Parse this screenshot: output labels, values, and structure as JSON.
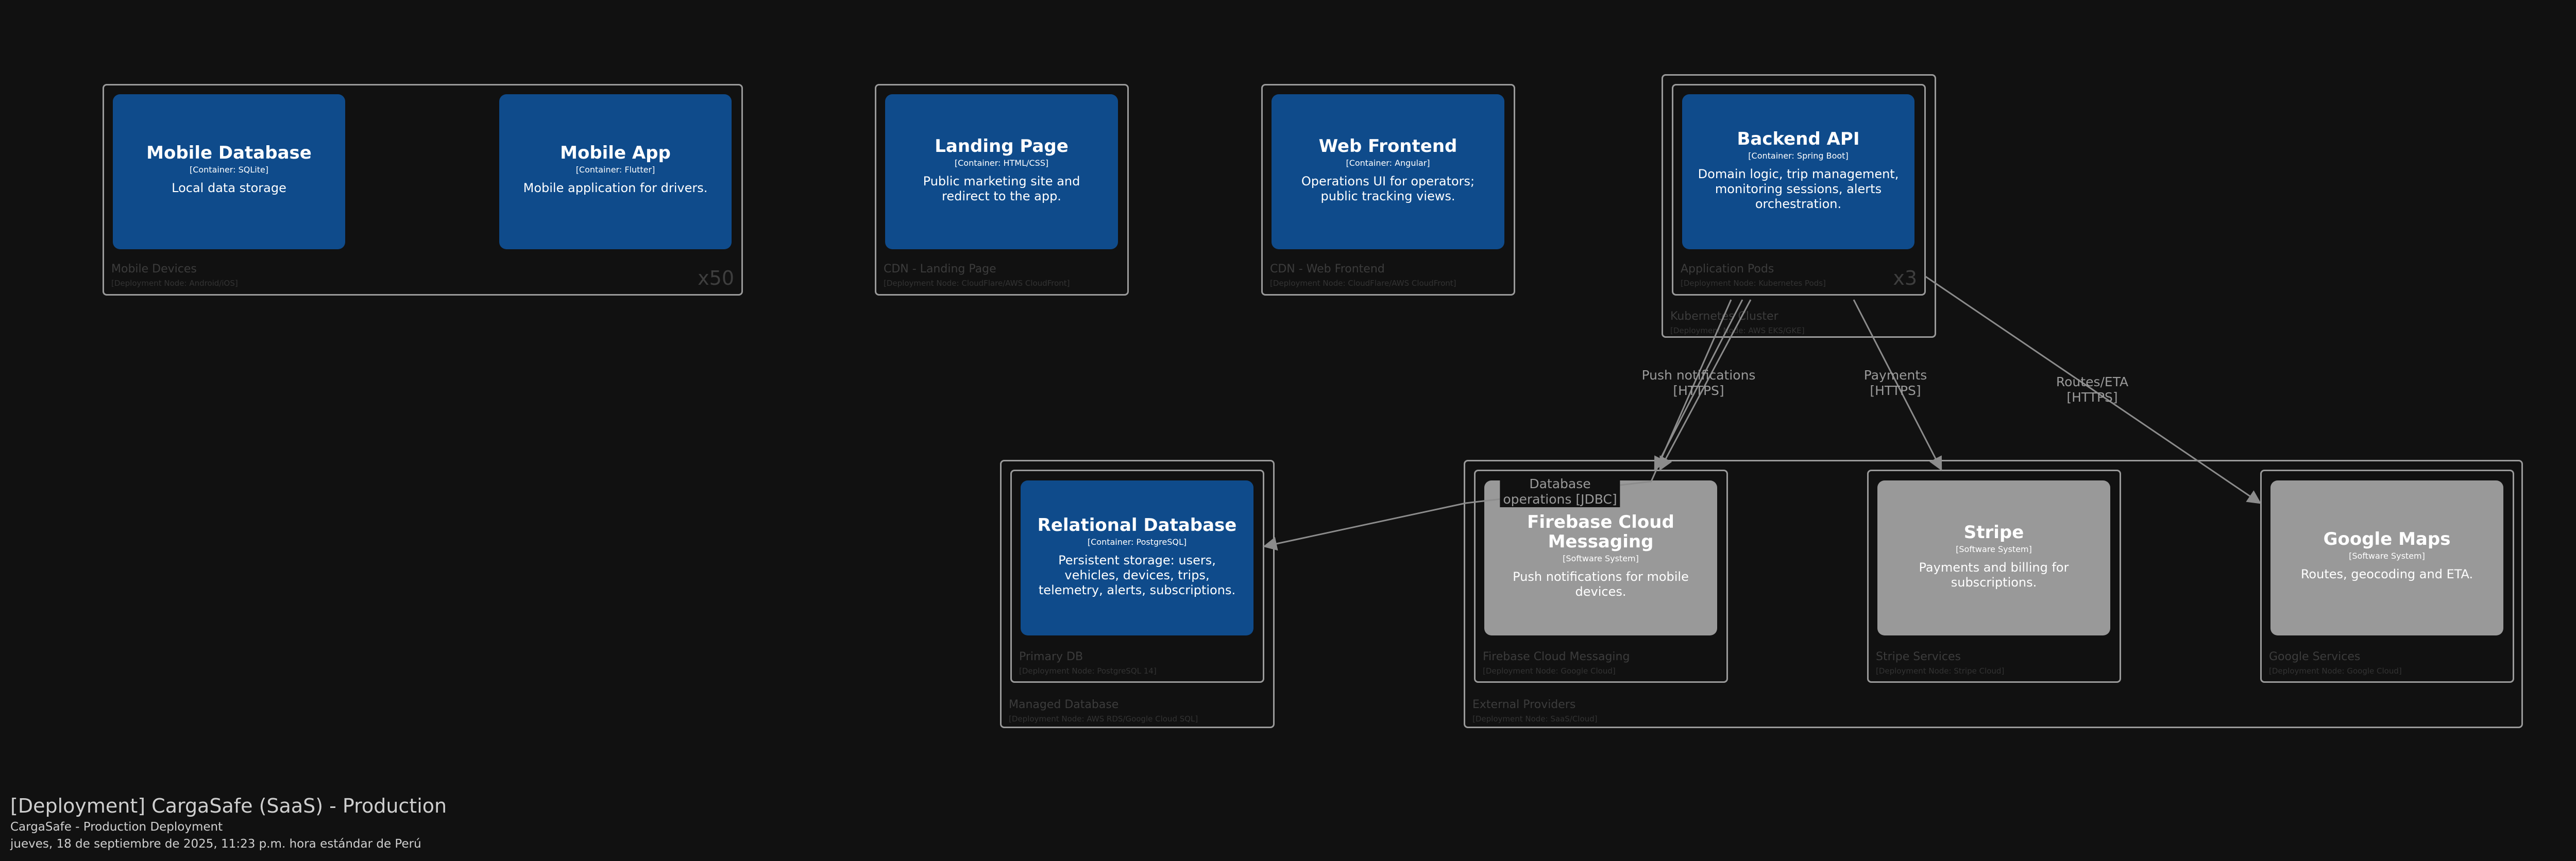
{
  "colors": {
    "background": "#111111",
    "container": "#0f4b8b",
    "external_system": "#999999",
    "border": "#9a9a9a",
    "edge": "#8c8c8c"
  },
  "nodes": {
    "mobile_devices": {
      "label": "Mobile Devices",
      "tech": "[Deployment Node: Android/iOS]",
      "instances": "x50"
    },
    "cdn_landing": {
      "label": "CDN - Landing Page",
      "tech": "[Deployment Node: CloudFlare/AWS CloudFront]"
    },
    "cdn_web": {
      "label": "CDN - Web Frontend",
      "tech": "[Deployment Node: CloudFlare/AWS CloudFront]"
    },
    "k8s": {
      "label": "Kubernetes Cluster",
      "tech": "[Deployment Node: AWS EKS/GKE]"
    },
    "app_pods": {
      "label": "Application Pods",
      "tech": "[Deployment Node: Kubernetes Pods]",
      "instances": "x3"
    },
    "managed_db": {
      "label": "Managed Database",
      "tech": "[Deployment Node: AWS RDS/Google Cloud SQL]"
    },
    "primary_db": {
      "label": "Primary DB",
      "tech": "[Deployment Node: PostgreSQL 14]"
    },
    "external": {
      "label": "External Providers",
      "tech": "[Deployment Node: SaaS/Cloud]"
    },
    "firebase_node": {
      "label": "Firebase Cloud Messaging",
      "tech": "[Deployment Node: Google Cloud]"
    },
    "stripe_node": {
      "label": "Stripe Services",
      "tech": "[Deployment Node: Stripe Cloud]"
    },
    "google_node": {
      "label": "Google Services",
      "tech": "[Deployment Node: Google Cloud]"
    }
  },
  "boxes": {
    "mobile_db": {
      "name": "Mobile Database",
      "type": "[Container: SQLite]",
      "desc": "Local data storage"
    },
    "mobile_app": {
      "name": "Mobile App",
      "type": "[Container: Flutter]",
      "desc": "Mobile application for drivers."
    },
    "landing": {
      "name": "Landing Page",
      "type": "[Container: HTML/CSS]",
      "desc": "Public marketing site and redirect to the app."
    },
    "web_frontend": {
      "name": "Web Frontend",
      "type": "[Container: Angular]",
      "desc": "Operations UI for operators; public tracking views."
    },
    "backend": {
      "name": "Backend API",
      "type": "[Container: Spring Boot]",
      "desc": "Domain logic, trip management, monitoring sessions, alerts orchestration."
    },
    "rel_db": {
      "name": "Relational Database",
      "type": "[Container: PostgreSQL]",
      "desc": "Persistent storage: users, vehicles, devices, trips, telemetry, alerts, subscriptions."
    },
    "firebase": {
      "name": "Firebase Cloud Messaging",
      "type": "[Software System]",
      "desc": "Push notifications for mobile devices."
    },
    "stripe": {
      "name": "Stripe",
      "type": "[Software System]",
      "desc": "Payments and billing for subscriptions."
    },
    "gmaps": {
      "name": "Google Maps",
      "type": "[Software System]",
      "desc": "Routes, geocoding and ETA."
    }
  },
  "edges": {
    "push": {
      "line1": "Push notifications",
      "line2": "[HTTPS]"
    },
    "payments": {
      "line1": "Payments",
      "line2": "[HTTPS]"
    },
    "routes": {
      "line1": "Routes/ETA",
      "line2": "[HTTPS]"
    },
    "database": {
      "line1": "Database",
      "line2": "operations [JDBC]"
    }
  },
  "legend": {
    "title": "[Deployment] CargaSafe (SaaS) - Production",
    "subtitle": "CargaSafe - Production Deployment",
    "date": "jueves, 18 de septiembre de 2025, 11:23 p.m. hora estándar de Perú"
  }
}
